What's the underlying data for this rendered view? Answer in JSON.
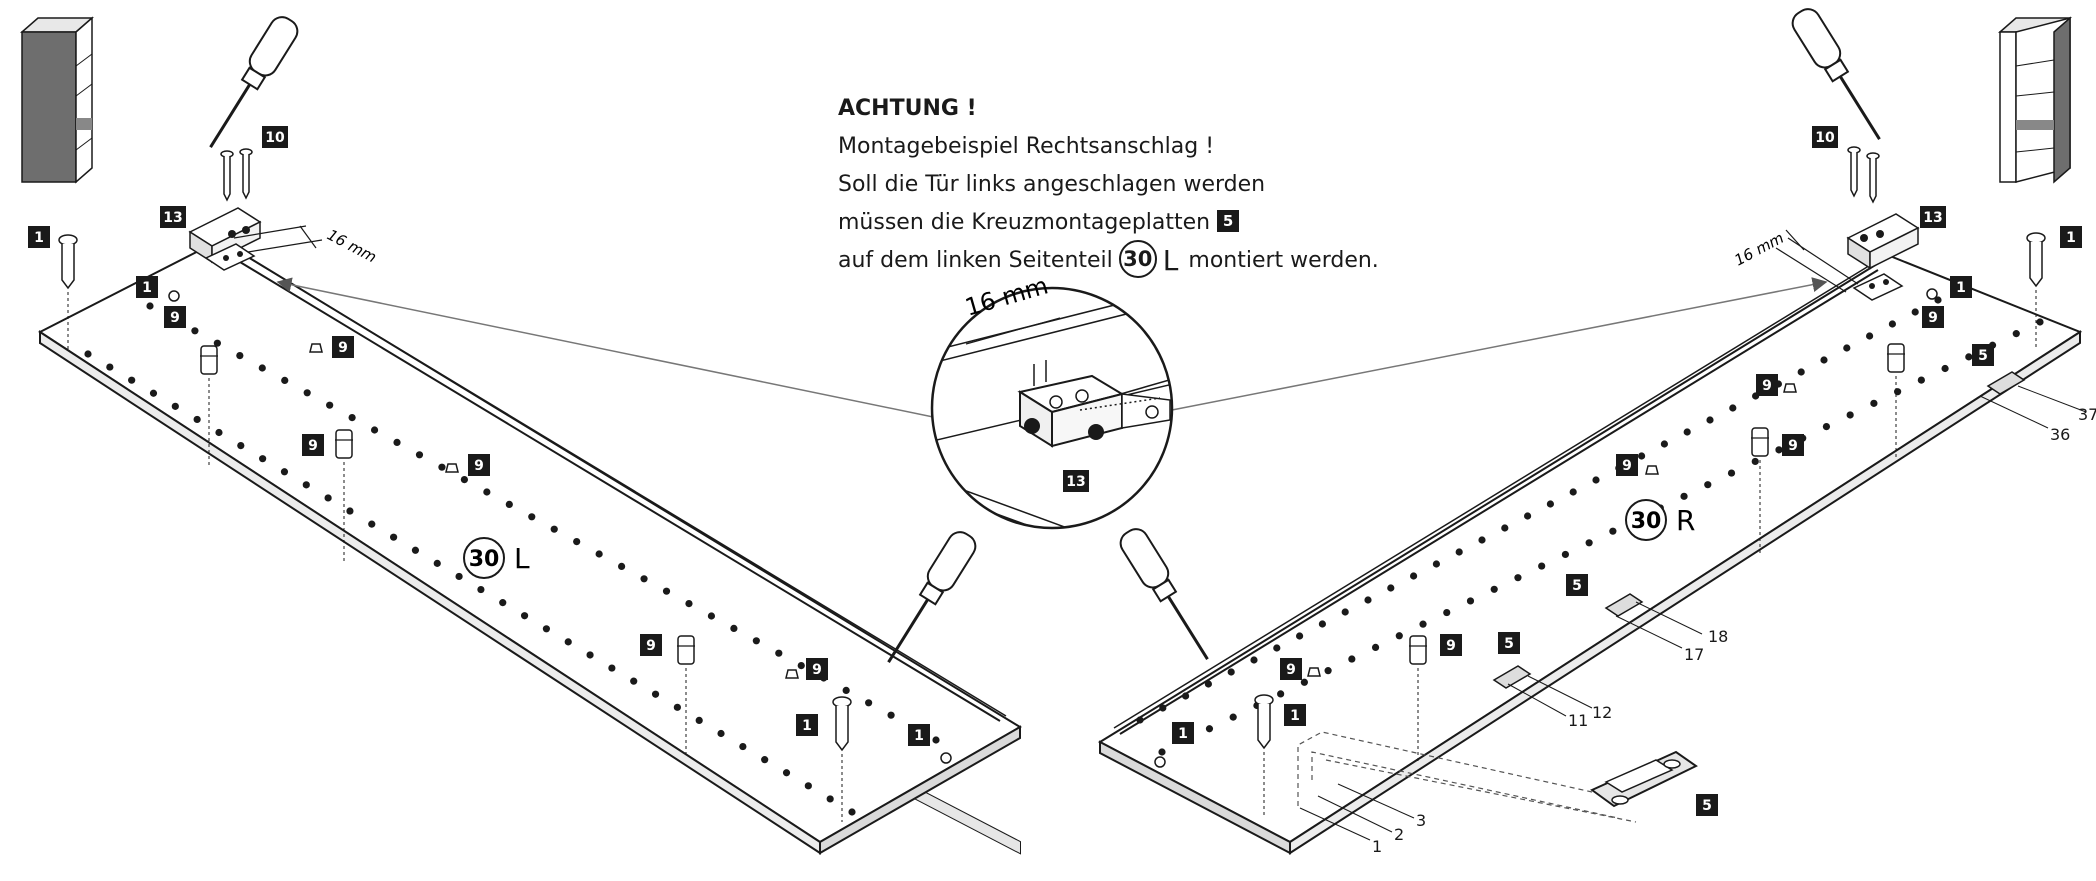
{
  "notice": {
    "heading": "ACHTUNG !",
    "line1": "Montagebeispiel Rechtsanschlag !",
    "line2": "Soll die Tür links angeschlagen werden",
    "line3_pre": "müssen die Kreuzmontageplatten",
    "line3_part": "5",
    "line4_pre": "auf dem linken Seitenteil",
    "line4_part": "30",
    "line4_side": "L",
    "line4_post": "montiert werden."
  },
  "parts": {
    "screw": "1",
    "hinge_plate": "5",
    "shelf_support": "9",
    "wood_screw": "10",
    "bracket": "13"
  },
  "panels": {
    "left": {
      "number": "30",
      "side": "L"
    },
    "right": {
      "number": "30",
      "side": "R"
    }
  },
  "detail": {
    "dimension": "16 mm",
    "part": "13"
  },
  "dimensions": {
    "left": "16 mm",
    "right": "16 mm"
  },
  "hole_numbers": {
    "h1": "1",
    "h2": "2",
    "h3": "3",
    "h11": "11",
    "h12": "12",
    "h17": "17",
    "h18": "18",
    "h36": "36",
    "h37": "37"
  }
}
